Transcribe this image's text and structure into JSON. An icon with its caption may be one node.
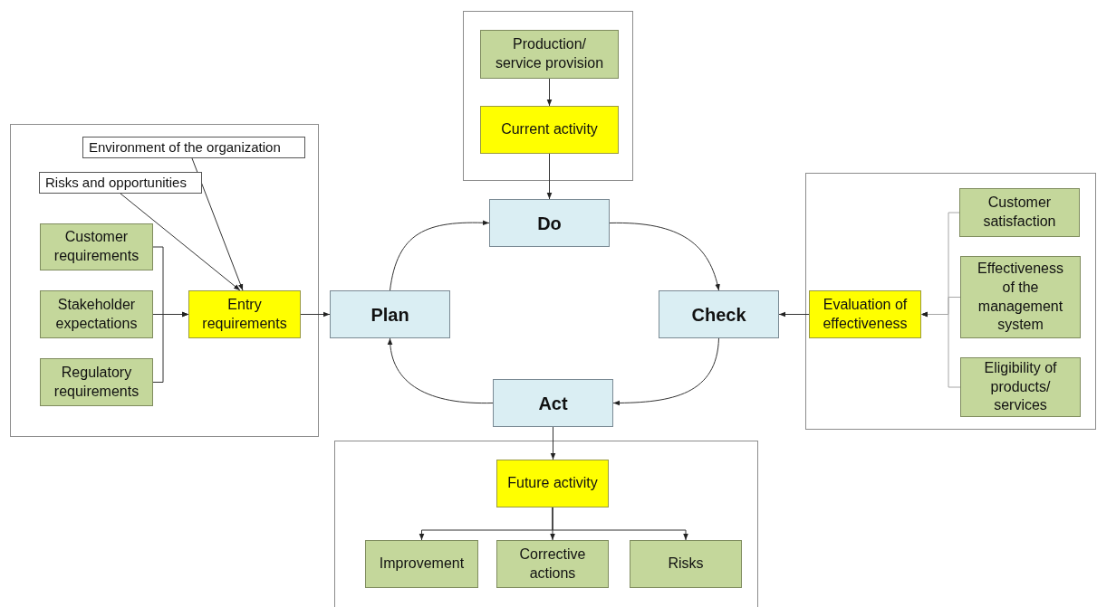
{
  "diagram": {
    "nodes": [
      {
        "text": [],
        "shape": "box"
      },
      {
        "text": [
          "Production/ service provision"
        ],
        "in": 0
      },
      {
        "text": [
          "Current activity"
        ],
        "in": 0
      },
      {
        "text": [],
        "shape": "box"
      },
      {
        "text": [
          "Environment of the organization"
        ],
        "in": 3
      },
      {
        "text": [
          "Risks and opportunities"
        ],
        "in": 3
      },
      {
        "text": [
          "Customer requirements"
        ],
        "in": 3
      },
      {
        "text": [
          "Stakeholder expectations"
        ],
        "in": 3
      },
      {
        "text": [
          "Regulatory requirements"
        ],
        "in": 3
      },
      {
        "text": [
          "Entry requirements"
        ],
        "in": 3
      },
      {
        "text": [
          "Do"
        ]
      },
      {
        "text": [
          "Plan"
        ]
      },
      {
        "text": [
          "Check"
        ]
      },
      {
        "text": [],
        "shape": "box"
      },
      {
        "text": [
          "Customer satisfaction"
        ],
        "in": 13
      },
      {
        "text": [
          "Effectiveness of the management system"
        ],
        "in": 13
      },
      {
        "text": [
          "Evaluation of effectiveness"
        ],
        "in": 13
      },
      {
        "text": [
          "Eligibility of products/ services"
        ],
        "in": 13
      },
      {
        "text": [
          "Act"
        ]
      },
      {
        "text": [],
        "shape": "box"
      },
      {
        "text": [
          "Future activity"
        ],
        "in": 19
      },
      {
        "text": [
          "Improvement"
        ],
        "in": 19
      },
      {
        "text": [
          "Corrective actions"
        ],
        "in": 19
      },
      {
        "text": [
          "Risks"
        ],
        "in": 19
      }
    ],
    "edges": [
      {
        "from": 1,
        "to": 2,
        "arrow": "to"
      },
      {
        "from": 2,
        "to": 10,
        "arrow": "to"
      },
      {
        "from": 4,
        "to": 9,
        "arrow": "to"
      },
      {
        "from": 5,
        "to": 9,
        "arrow": "to"
      },
      {
        "from": 6,
        "to": 9,
        "arrow": "to"
      },
      {
        "from": 7,
        "to": 9,
        "arrow": "to"
      },
      {
        "from": 8,
        "to": 9,
        "arrow": "to"
      },
      {
        "from": 9,
        "to": 11,
        "arrow": "to"
      },
      {
        "from": 11,
        "to": 10,
        "arrow": "to"
      },
      {
        "from": 10,
        "to": 12,
        "arrow": "to"
      },
      {
        "from": 12,
        "to": 18,
        "arrow": "to"
      },
      {
        "from": 18,
        "to": 11,
        "arrow": "to"
      },
      {
        "from": 14,
        "to": 16,
        "arrow": "to",
        "color": "#a6a6a6"
      },
      {
        "from": 15,
        "to": 16,
        "arrow": "to",
        "color": "#a6a6a6"
      },
      {
        "from": 17,
        "to": 16,
        "arrow": "to",
        "color": "#a6a6a6"
      },
      {
        "from": 16,
        "to": 12,
        "arrow": "to"
      },
      {
        "from": 18,
        "to": 20,
        "arrow": "to"
      },
      {
        "from": 20,
        "to": 21,
        "arrow": "to"
      },
      {
        "from": 20,
        "to": 22,
        "arrow": "to"
      },
      {
        "from": 20,
        "to": 23,
        "arrow": "to"
      }
    ]
  }
}
